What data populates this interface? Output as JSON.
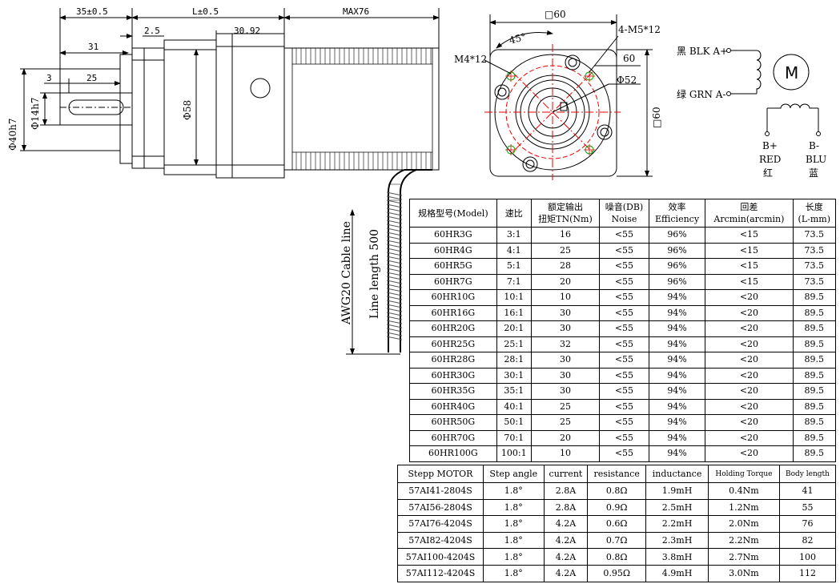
{
  "side_view": {
    "dims_top": [
      "35±0.5",
      "L±0.5",
      "MAX76"
    ],
    "dims_inner": [
      "2.5",
      "30.92",
      "31",
      "3",
      "25"
    ],
    "dims_vertical": [
      "Φ40h7",
      "Φ14h7",
      "Φ58"
    ]
  },
  "front_view": {
    "square_top": "□60",
    "square_right": "□60",
    "angle": "45°",
    "screw_label": "4-M5*12",
    "tap_label": "M4*12",
    "dim_60": "60",
    "dim_52": "Φ52"
  },
  "cable": {
    "type_label": "AWG20 Cable line",
    "length_label": "Line length 500"
  },
  "wiring": {
    "phase_a_plus": "黑 BLK A+",
    "phase_a_minus": "绿 GRN A-",
    "motor_symbol": "M",
    "b_plus": [
      "B+",
      "RED",
      "红"
    ],
    "b_minus": [
      "B-",
      "BLU",
      "蓝"
    ]
  },
  "gear_table": {
    "headers": [
      [
        "规格型号(Model)"
      ],
      [
        "速比"
      ],
      [
        "额定输出",
        "扭矩TN(Nm)"
      ],
      [
        "噪音(DB)",
        "Noise"
      ],
      [
        "效率",
        "Efficiency"
      ],
      [
        "回差",
        "Arcmin(arcmin)"
      ],
      [
        "长度",
        "(L-mm)"
      ]
    ],
    "rows": [
      [
        "60HR3G",
        "3:1",
        "16",
        "<55",
        "96%",
        "<15",
        "73.5"
      ],
      [
        "60HR4G",
        "4:1",
        "25",
        "<55",
        "96%",
        "<15",
        "73.5"
      ],
      [
        "60HR5G",
        "5:1",
        "28",
        "<55",
        "96%",
        "<15",
        "73.5"
      ],
      [
        "60HR7G",
        "7:1",
        "20",
        "<55",
        "96%",
        "<15",
        "73.5"
      ],
      [
        "60HR10G",
        "10:1",
        "10",
        "<55",
        "94%",
        "<20",
        "89.5"
      ],
      [
        "60HR16G",
        "16:1",
        "30",
        "<55",
        "94%",
        "<20",
        "89.5"
      ],
      [
        "60HR20G",
        "20:1",
        "30",
        "<55",
        "94%",
        "<20",
        "89.5"
      ],
      [
        "60HR25G",
        "25:1",
        "32",
        "<55",
        "94%",
        "<20",
        "89.5"
      ],
      [
        "60HR28G",
        "28:1",
        "30",
        "<55",
        "94%",
        "<20",
        "89.5"
      ],
      [
        "60HR30G",
        "30:1",
        "30",
        "<55",
        "94%",
        "<20",
        "89.5"
      ],
      [
        "60HR35G",
        "35:1",
        "30",
        "<55",
        "94%",
        "<20",
        "89.5"
      ],
      [
        "60HR40G",
        "40:1",
        "25",
        "<55",
        "94%",
        "<20",
        "89.5"
      ],
      [
        "60HR50G",
        "50:1",
        "25",
        "<55",
        "94%",
        "<20",
        "89.5"
      ],
      [
        "60HR70G",
        "70:1",
        "20",
        "<55",
        "94%",
        "<20",
        "89.5"
      ],
      [
        "60HR100G",
        "100:1",
        "10",
        "<55",
        "94%",
        "<20",
        "89.5"
      ]
    ]
  },
  "motor_table": {
    "headers": [
      "Stepp MOTOR",
      "Step angle",
      "current",
      "resistance",
      "inductance",
      "Holding Torque",
      "Body length"
    ],
    "rows": [
      [
        "57AI41-2804S",
        "1.8°",
        "2.8A",
        "0.8Ω",
        "1.9mH",
        "0.4Nm",
        "41"
      ],
      [
        "57AI56-2804S",
        "1.8°",
        "2.8A",
        "0.9Ω",
        "2.5mH",
        "1.2Nm",
        "55"
      ],
      [
        "57AI76-4204S",
        "1.8°",
        "4.2A",
        "0.6Ω",
        "2.2mH",
        "2.0Nm",
        "76"
      ],
      [
        "57AI82-4204S",
        "1.8°",
        "4.2A",
        "0.7Ω",
        "2.3mH",
        "2.2Nm",
        "82"
      ],
      [
        "57AI100-4204S",
        "1.8°",
        "4.2A",
        "0.8Ω",
        "3.8mH",
        "2.7Nm",
        "100"
      ],
      [
        "57AI112-4204S",
        "1.8°",
        "4.2A",
        "0.95Ω",
        "4.9mH",
        "3.0Nm",
        "112"
      ]
    ]
  }
}
